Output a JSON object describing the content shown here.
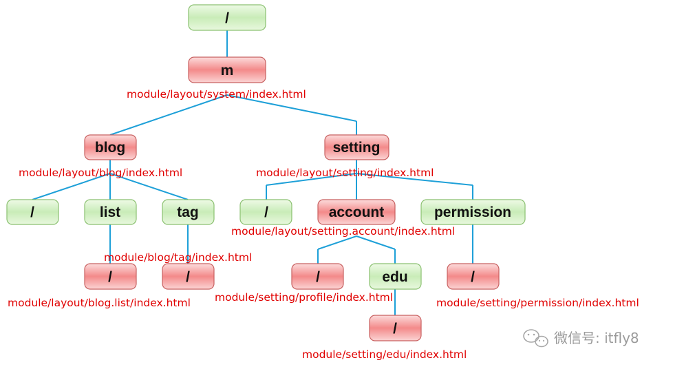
{
  "colors": {
    "green_node": "#cfeec0",
    "red_node": "#f7a0a0",
    "edge": "#1ea0d8",
    "label": "#e00000"
  },
  "nodes": {
    "root": "/",
    "m": "m",
    "blog": "blog",
    "setting": "setting",
    "blog_index": "/",
    "list": "list",
    "tag": "tag",
    "setting_index": "/",
    "account": "account",
    "permission": "permission",
    "list_index": "/",
    "tag_index": "/",
    "account_index": "/",
    "edu": "edu",
    "permission_index": "/",
    "edu_index": "/"
  },
  "labels": {
    "m": "module/layout/system/index.html",
    "blog": "module/layout/blog/index.html",
    "setting": "module/layout/setting/index.html",
    "account": "module/layout/setting.account/index.html",
    "tag": "module/blog/tag/index.html",
    "list_index": "module/layout/blog.list/index.html",
    "account_index": "module/setting/profile/index.html",
    "permission_index": "module/setting/permission/index.html",
    "edu_index": "module/setting/edu/index.html"
  },
  "watermark": {
    "text": "微信号: itfly8",
    "icon": "wechat-icon"
  }
}
